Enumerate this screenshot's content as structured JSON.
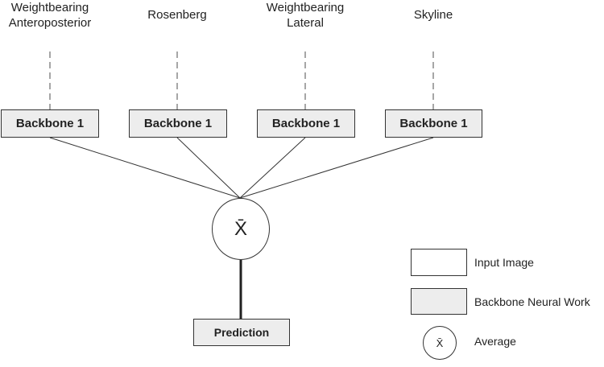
{
  "views": [
    {
      "label": "Weightbearing\nAnteroposterior"
    },
    {
      "label": "Rosenberg"
    },
    {
      "label": "Weightbearing\nLateral"
    },
    {
      "label": "Skyline"
    }
  ],
  "backbones": [
    {
      "label": "Backbone 1"
    },
    {
      "label": "Backbone 1"
    },
    {
      "label": "Backbone 1"
    },
    {
      "label": "Backbone 1"
    }
  ],
  "average_node": {
    "symbol": "X̄"
  },
  "prediction": {
    "label": "Prediction"
  },
  "legend": {
    "input_image": "Input Image",
    "backbone": "Backbone Neural Work",
    "average_symbol": "X̄",
    "average": "Average"
  },
  "colors": {
    "box_fill": "#ededed",
    "input_fill": "#ffffff",
    "stroke": "#333333",
    "dashed": "#a6a6a6"
  }
}
